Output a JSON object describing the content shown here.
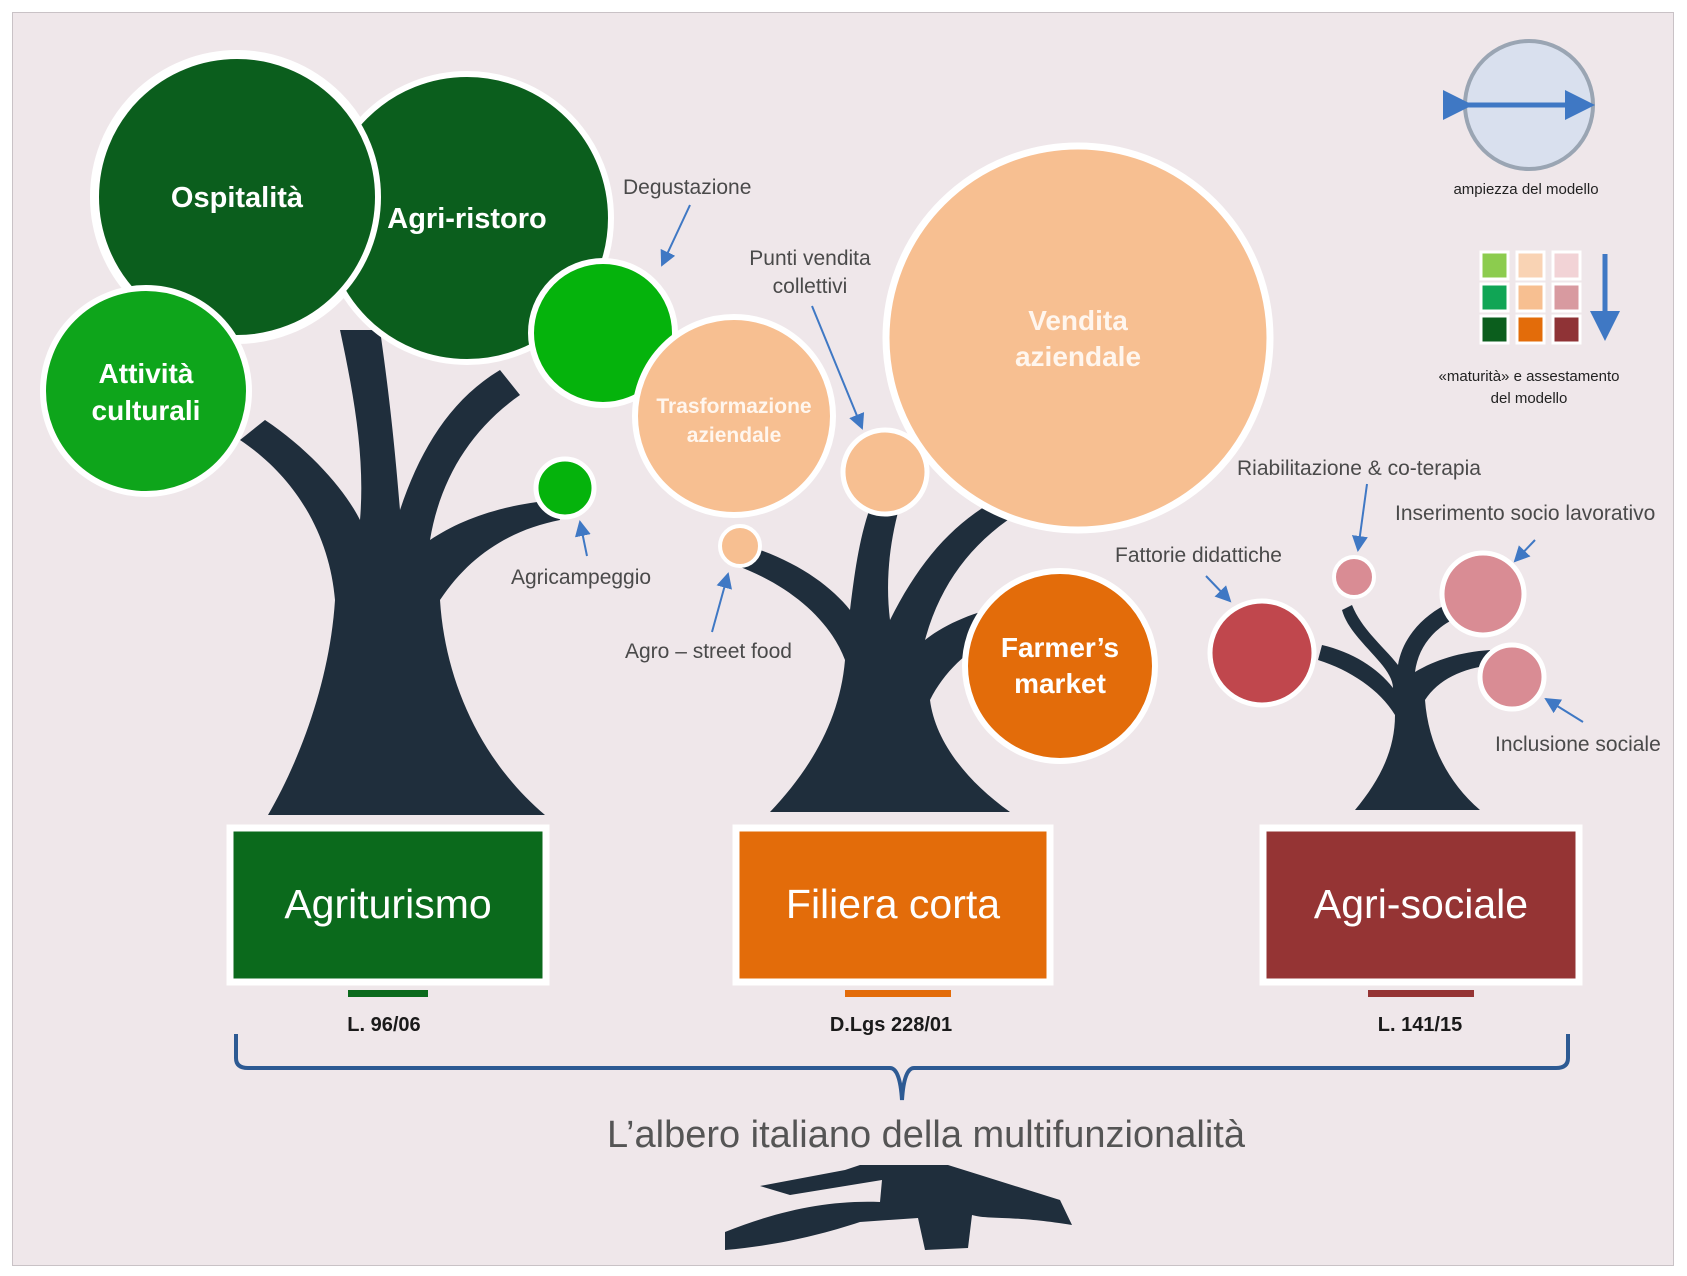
{
  "title": "L’albero italiano della multifunzionalità",
  "legend": {
    "size_label": "ampiezza del modello",
    "maturity_label_line1": "«maturità» e assestamento",
    "maturity_label_line2": "del modello",
    "colors": {
      "green": [
        "#8ccc4e",
        "#10a555",
        "#0b5e1d"
      ],
      "orange": [
        "#f9d3b4",
        "#f7bf91",
        "#e36c0a"
      ],
      "red": [
        "#f2d3d6",
        "#d89aa0",
        "#8f3336"
      ]
    }
  },
  "trees": [
    {
      "name": "Agriturismo",
      "law": "L. 96/06",
      "color": "#0b6a1c",
      "branches": [
        {
          "label_line1": "Ospitalità",
          "label_line2": "",
          "color": "#0b5e1d"
        },
        {
          "label_line1": "Agri-ristoro",
          "label_line2": "",
          "color": "#0b5e1d"
        },
        {
          "label_line1": "Attività",
          "label_line2": "culturali",
          "color": "#0ea51b"
        },
        {
          "label_line1": "Degustazione",
          "label_line2": "",
          "color": "#05b30c"
        },
        {
          "label_line1": "Agricampeggio",
          "label_line2": "",
          "color": "#05b30c"
        }
      ]
    },
    {
      "name": "Filiera corta",
      "law": "D.Lgs 228/01",
      "color": "#e36c0a",
      "branches": [
        {
          "label_line1": "Vendita",
          "label_line2": "aziendale",
          "color": "#f7bf91"
        },
        {
          "label_line1": "Trasformazione",
          "label_line2": "aziendale",
          "color": "#f7bf91"
        },
        {
          "label_line1": "Punti vendita",
          "label_line2": "collettivi",
          "color": "#f7bf91"
        },
        {
          "label_line1": "Agro – street food",
          "label_line2": "",
          "color": "#f7bf91"
        },
        {
          "label_line1": "Farmer’s",
          "label_line2": "market",
          "color": "#e36c0a"
        }
      ]
    },
    {
      "name": "Agri-sociale",
      "law": "L. 141/15",
      "color": "#953434",
      "branches": [
        {
          "label_line1": "Fattorie didattiche",
          "label_line2": "",
          "color": "#c0474d"
        },
        {
          "label_line1": "Riabilitazione & co-terapia",
          "label_line2": "",
          "color": "#d98c94"
        },
        {
          "label_line1": "Inserimento socio lavorativo",
          "label_line2": "",
          "color": "#d98c94"
        },
        {
          "label_line1": "Inclusione sociale",
          "label_line2": "",
          "color": "#d98c94"
        }
      ]
    }
  ]
}
